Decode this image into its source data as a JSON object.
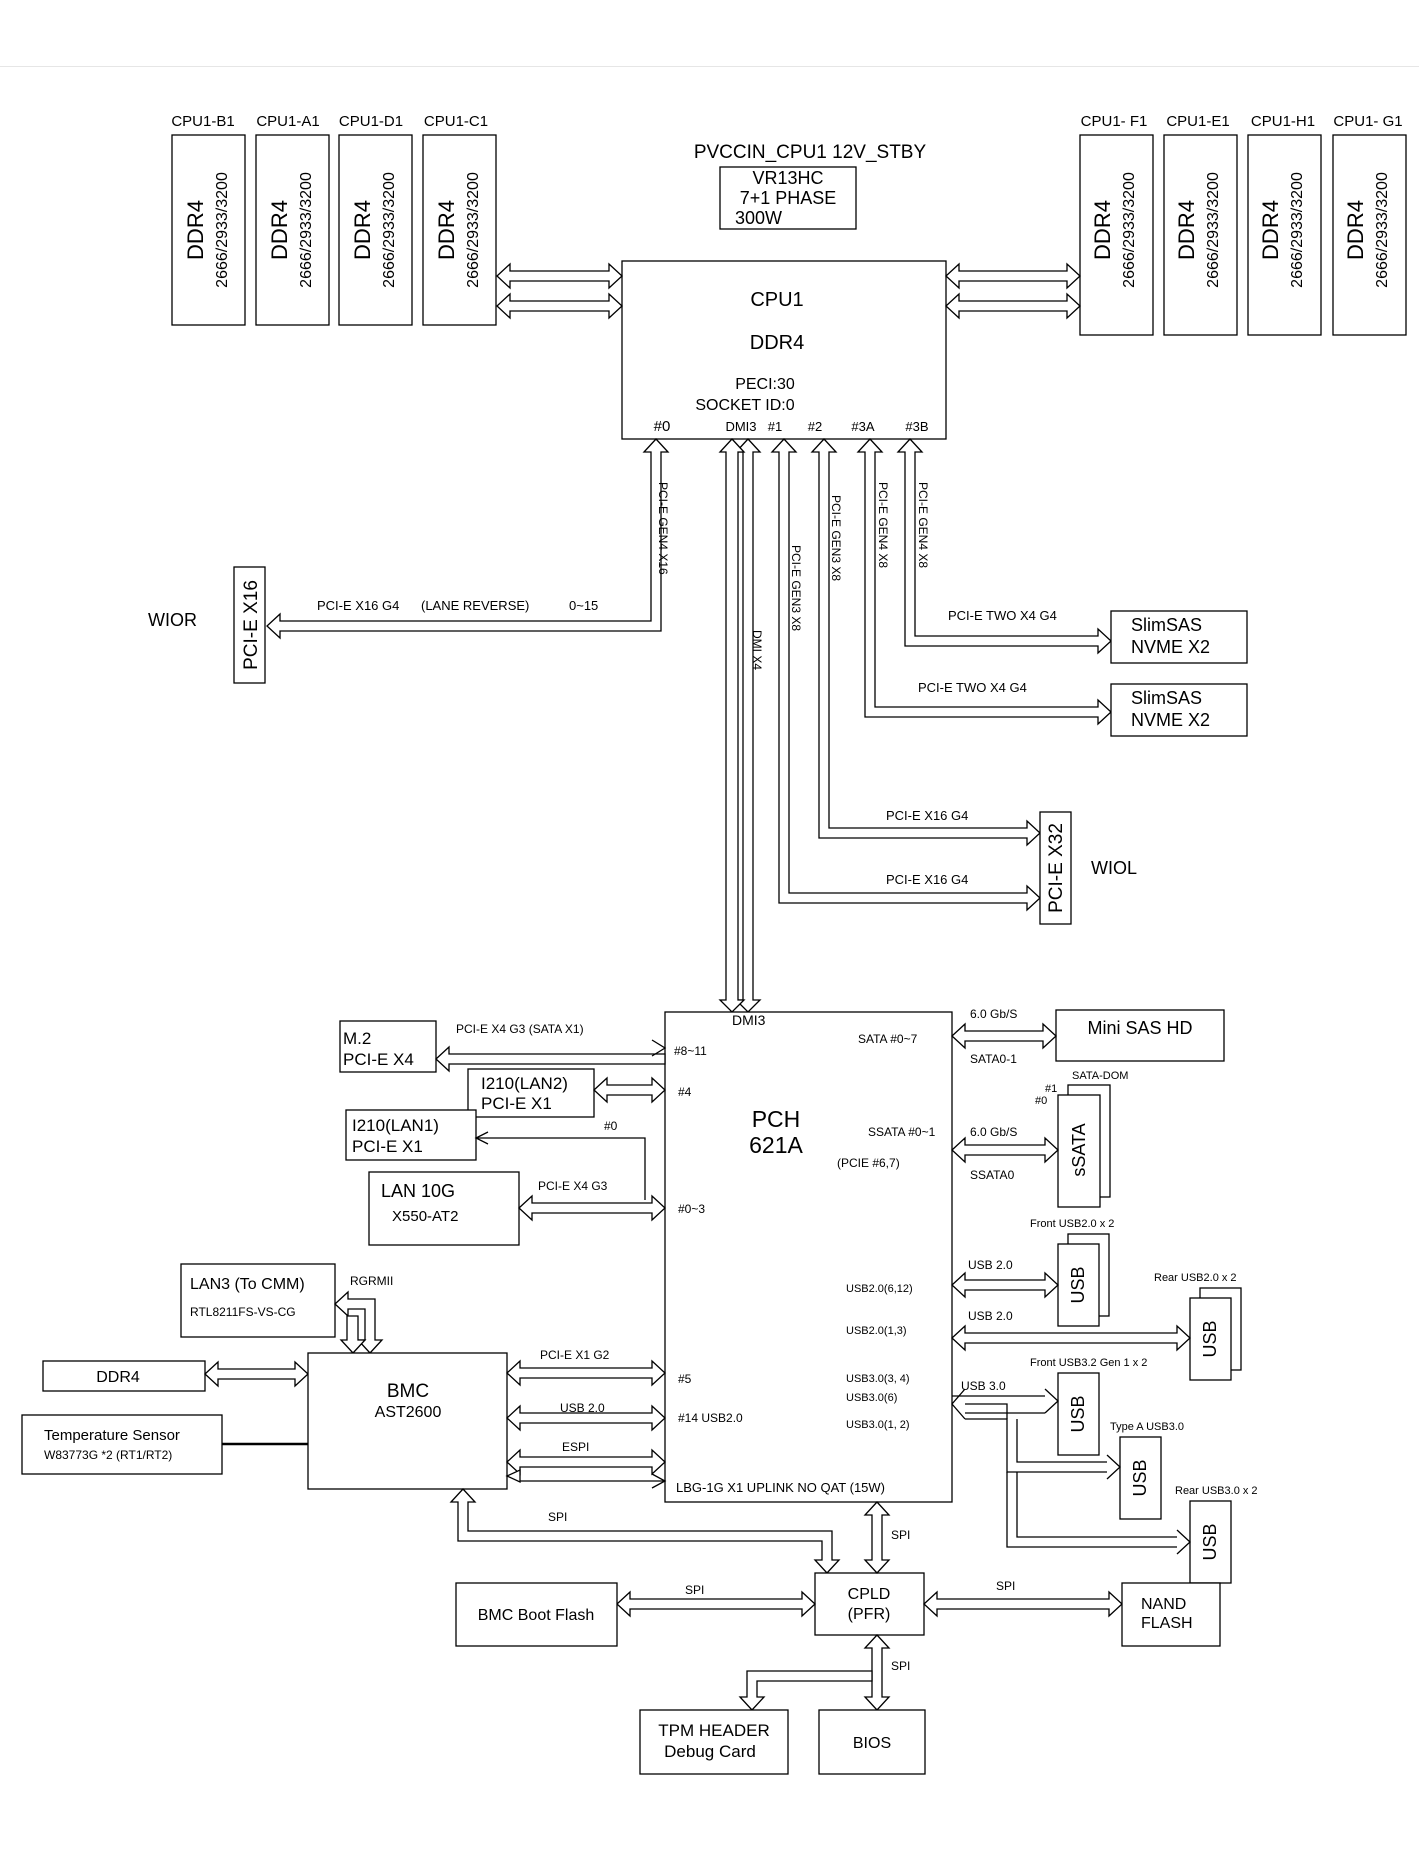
{
  "dimm_left": {
    "slots": [
      "CPU1-B1",
      "CPU1-A1",
      "CPU1-D1",
      "CPU1-C1"
    ],
    "type": "DDR4",
    "speed": "2666/2933/3200"
  },
  "dimm_right": {
    "slots": [
      "CPU1- F1",
      "CPU1-E1",
      "CPU1-H1",
      "CPU1- G1"
    ],
    "type": "DDR4",
    "speed": "2666/2933/3200"
  },
  "vr": {
    "title": "PVCCIN_CPU1 12V_STBY",
    "line1": "VR13HC",
    "line2": "7+1 PHASE",
    "line3": "300W"
  },
  "cpu": {
    "name": "CPU1",
    "mem": "DDR4",
    "peci": "PECI:30",
    "socket": "SOCKET ID:0",
    "ports": [
      "#0",
      "DMI3",
      "#1",
      "#2",
      "#3A",
      "#3B"
    ]
  },
  "links": {
    "p0_vertical": "PCI-E GEN4 X16",
    "dmi_vertical": "DMI X4",
    "p1_vertical": "PCI-E GEN3 X8",
    "p2_vertical": "PCI-E GEN3 X8",
    "p3a_vertical": "PCI-E GEN4 X8",
    "p3b_vertical": "PCI-E GEN4 X8",
    "wior_link": "PCI-E X16 G4",
    "wior_lane": "(LANE REVERSE)",
    "wior_range": "0~15",
    "slimsas1_link": "PCI-E TWO X4 G4",
    "slimsas2_link": "PCI-E TWO X4 G4",
    "wiol_link1": "PCI-E X16 G4",
    "wiol_link2": "PCI-E X16 G4"
  },
  "wior": {
    "label": "WIOR",
    "slot": "PCI-E X16"
  },
  "wiol": {
    "label": "WIOL",
    "slot": "PCI-E X32"
  },
  "slimsas": [
    {
      "line1": "SlimSAS",
      "line2": "NVME X2"
    },
    {
      "line1": "SlimSAS",
      "line2": "NVME X2"
    }
  ],
  "pch": {
    "dmi": "DMI3",
    "name1": "PCH",
    "name2": "621A",
    "p8_11": "#8~11",
    "p4": "#4",
    "p0": "#0",
    "p0_3": "#0~3",
    "p5": "#5",
    "p14": "#14 USB2.0",
    "sata": "SATA #0~7",
    "ssata": "SSATA #0~1",
    "pcie67": "(PCIE #6,7)",
    "usb2_612": "USB2.0(6,12)",
    "usb2_13": "USB2.0(1,3)",
    "usb3_34": "USB3.0(3, 4)",
    "usb3_6": "USB3.0(6)",
    "usb3_12": "USB3.0(1, 2)",
    "lbg": "LBG-1G  X1 UPLINK NO QAT (15W)"
  },
  "m2": {
    "line1": "M.2",
    "line2": "PCI-E X4",
    "link": "PCI-E X4 G3 (SATA X1)"
  },
  "i210_lan2": {
    "line1": "I210(LAN2)",
    "line2": "PCI-E X1"
  },
  "i210_lan1": {
    "line1": "I210(LAN1)",
    "line2": "PCI-E X1"
  },
  "lan10g": {
    "line1": "LAN 10G",
    "line2": "X550-AT2",
    "link": "PCI-E X4 G3"
  },
  "minisas": {
    "label": "Mini SAS HD",
    "speed": "6.0 Gb/S",
    "sub": "SATA0-1"
  },
  "ssata_dev": {
    "label": "sSATA",
    "dom": "SATA-DOM",
    "n1": "#1",
    "n0": "#0",
    "speed": "6.0 Gb/S",
    "sub": "SSATA0"
  },
  "usb": {
    "label": "USB",
    "front2": "Front USB2.0 x 2",
    "rear2": "Rear USB2.0 x 2",
    "front32": "Front USB3.2 Gen 1 x 2",
    "typea": "Type A USB3.0",
    "rear3": "Rear USB3.0 x 2",
    "link_usb2a": "USB 2.0",
    "link_usb2b": "USB 2.0",
    "link_usb3": "USB 3.0"
  },
  "lan3": {
    "line1": "LAN3 (To CMM)",
    "line2": "RTL8211FS-VS-CG",
    "link": "RGRMII"
  },
  "ddr4_bmc": {
    "label": "DDR4"
  },
  "temp": {
    "line1": "Temperature Sensor",
    "line2": "W83773G *2 (RT1/RT2)"
  },
  "bmc": {
    "name1": "BMC",
    "name2": "AST2600",
    "link_pcie": "PCI-E X1 G2",
    "link_usb": "USB 2.0",
    "link_espi": "ESPI",
    "link_spi": "SPI"
  },
  "cpld": {
    "line1": "CPLD",
    "line2": "(PFR)",
    "spi_up": "SPI",
    "spi_left": "SPI",
    "spi_right": "SPI",
    "spi_down": "SPI"
  },
  "bmc_flash": {
    "label": "BMC Boot Flash"
  },
  "nand": {
    "line1": "NAND",
    "line2": "FLASH"
  },
  "tpm": {
    "line1": "TPM HEADER",
    "line2": "Debug Card"
  },
  "bios": {
    "label": "BIOS"
  }
}
